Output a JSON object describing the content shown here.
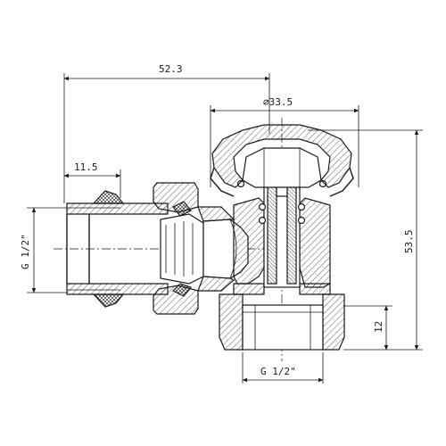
{
  "dimensions": {
    "overall_length": "52.3",
    "handwheel_diameter": "⌀33.5",
    "inlet_thread_length": "11.5",
    "overall_height": "53.5",
    "outlet_thread_length": "12",
    "inlet_thread": "G 1/2\"",
    "outlet_thread": "G 1/2\""
  }
}
